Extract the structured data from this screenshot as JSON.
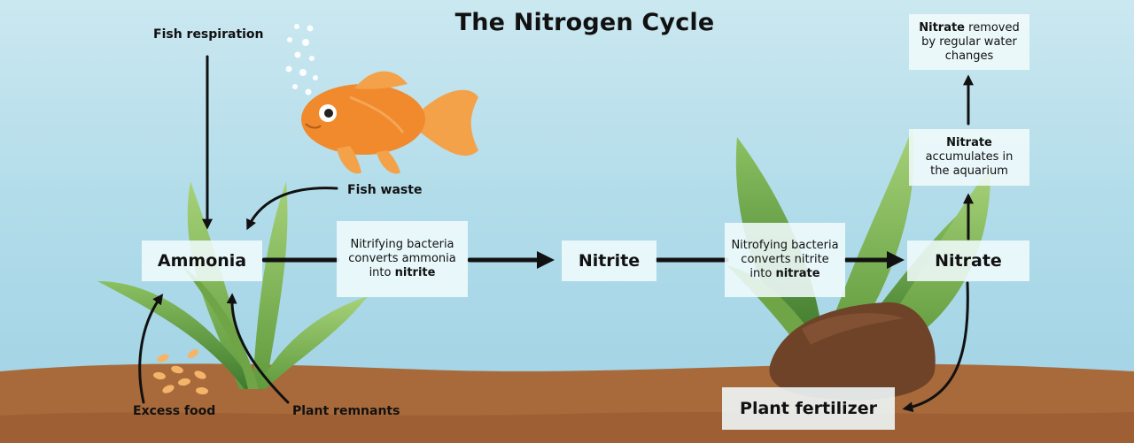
{
  "title": "The Nitrogen Cycle",
  "nodes": {
    "ammonia": "Ammonia",
    "nitrite": "Nitrite",
    "nitrate": "Nitrate",
    "plant_fertilizer": "Plant fertilizer"
  },
  "processes": {
    "ammonia_to_nitrite": {
      "line1": "Nitrifying bacteria",
      "line2": "converts ammonia",
      "line3_prefix": "into ",
      "line3_bold": "nitrite"
    },
    "nitrite_to_nitrate": {
      "line1": "Nitrofying bacteria",
      "line2": "converts nitrite",
      "line3_prefix": "into ",
      "line3_bold": "nitrate"
    },
    "accumulates": {
      "bold": "Nitrate",
      "line2": "accumulates in",
      "line3": "the aquarium"
    },
    "removed": {
      "bold": "Nitrate",
      "rest1": " removed",
      "line2": "by regular water",
      "line3": "changes"
    }
  },
  "sources": {
    "fish_respiration": "Fish respiration",
    "fish_waste": "Fish waste",
    "excess_food": "Excess food",
    "plant_remnants": "Plant remnants"
  },
  "colors": {
    "water_top": "#cbe8f0",
    "water_bottom": "#9fd2e4",
    "substrate": "#a86a3b",
    "plant": "#8dbf5a",
    "fish": "#f08a2c",
    "arrow": "#111111",
    "box": "#f0fafc"
  }
}
